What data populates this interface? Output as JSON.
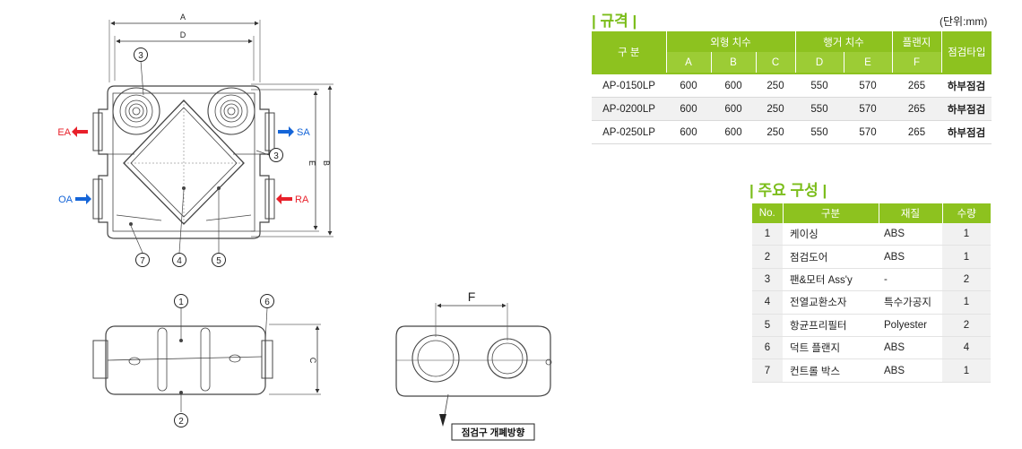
{
  "drawing": {
    "dim_a": "A",
    "dim_d": "D",
    "dim_b": "B",
    "dim_e": "E",
    "dim_c": "C",
    "dim_f": "F",
    "port_ea": "EA",
    "port_sa": "SA",
    "port_oa": "OA",
    "port_ra": "RA",
    "callouts": [
      "1",
      "2",
      "3",
      "4",
      "5",
      "6",
      "7"
    ],
    "inspection_label": "점검구 개폐방향",
    "colors": {
      "exhaust_arrow": "#e8202a",
      "supply_arrow": "#1565d8"
    }
  },
  "spec": {
    "title": "| 규격 |",
    "unit": "(단위:mm)",
    "header": {
      "category": "구 분",
      "outer": "외형 치수",
      "hanger": "행거 치수",
      "flange": "플랜지",
      "type": "점검타입",
      "sub": [
        "A",
        "B",
        "C",
        "D",
        "E",
        "F"
      ]
    },
    "rows": [
      {
        "model": "AP-0150LP",
        "a": "600",
        "b": "600",
        "c": "250",
        "d": "550",
        "e": "570",
        "f": "265",
        "type": "하부점검"
      },
      {
        "model": "AP-0200LP",
        "a": "600",
        "b": "600",
        "c": "250",
        "d": "550",
        "e": "570",
        "f": "265",
        "type": "하부점검"
      },
      {
        "model": "AP-0250LP",
        "a": "600",
        "b": "600",
        "c": "250",
        "d": "550",
        "e": "570",
        "f": "265",
        "type": "하부점검"
      }
    ]
  },
  "components": {
    "title": "| 주요 구성 |",
    "header": {
      "no": "No.",
      "name": "구분",
      "material": "재질",
      "qty": "수량"
    },
    "rows": [
      {
        "no": "1",
        "name": "케이싱",
        "material": "ABS",
        "qty": "1"
      },
      {
        "no": "2",
        "name": "점검도어",
        "material": "ABS",
        "qty": "1"
      },
      {
        "no": "3",
        "name": "팬&모터 Ass'y",
        "material": "-",
        "qty": "2"
      },
      {
        "no": "4",
        "name": "전열교환소자",
        "material": "특수가공지",
        "qty": "1"
      },
      {
        "no": "5",
        "name": "항균프리필터",
        "material": "Polyester",
        "qty": "2"
      },
      {
        "no": "6",
        "name": "덕트 플랜지",
        "material": "ABS",
        "qty": "4"
      },
      {
        "no": "7",
        "name": "컨트롤 박스",
        "material": "ABS",
        "qty": "1"
      }
    ]
  },
  "theme": {
    "accent": "#8dc21f"
  }
}
